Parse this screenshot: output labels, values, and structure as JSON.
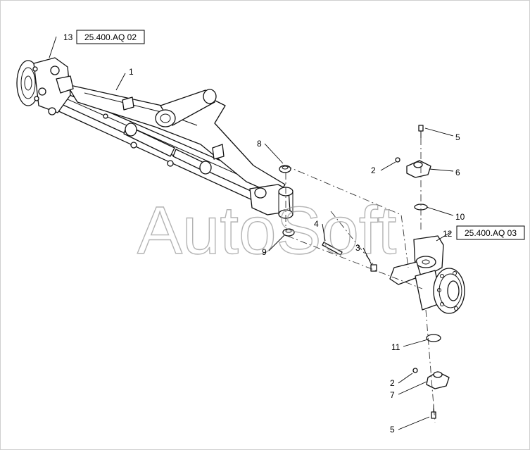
{
  "refs": {
    "ref_top": "25.400.AQ 02",
    "ref_right": "25.400.AQ 03"
  },
  "callouts": {
    "c1": "1",
    "c2a": "2",
    "c2b": "2",
    "c3": "3",
    "c4": "4",
    "c5a": "5",
    "c5b": "5",
    "c6": "6",
    "c7": "7",
    "c8": "8",
    "c9": "9",
    "c10": "10",
    "c11": "11",
    "c12": "12",
    "c13": "13"
  },
  "watermark": "AutoSoft"
}
